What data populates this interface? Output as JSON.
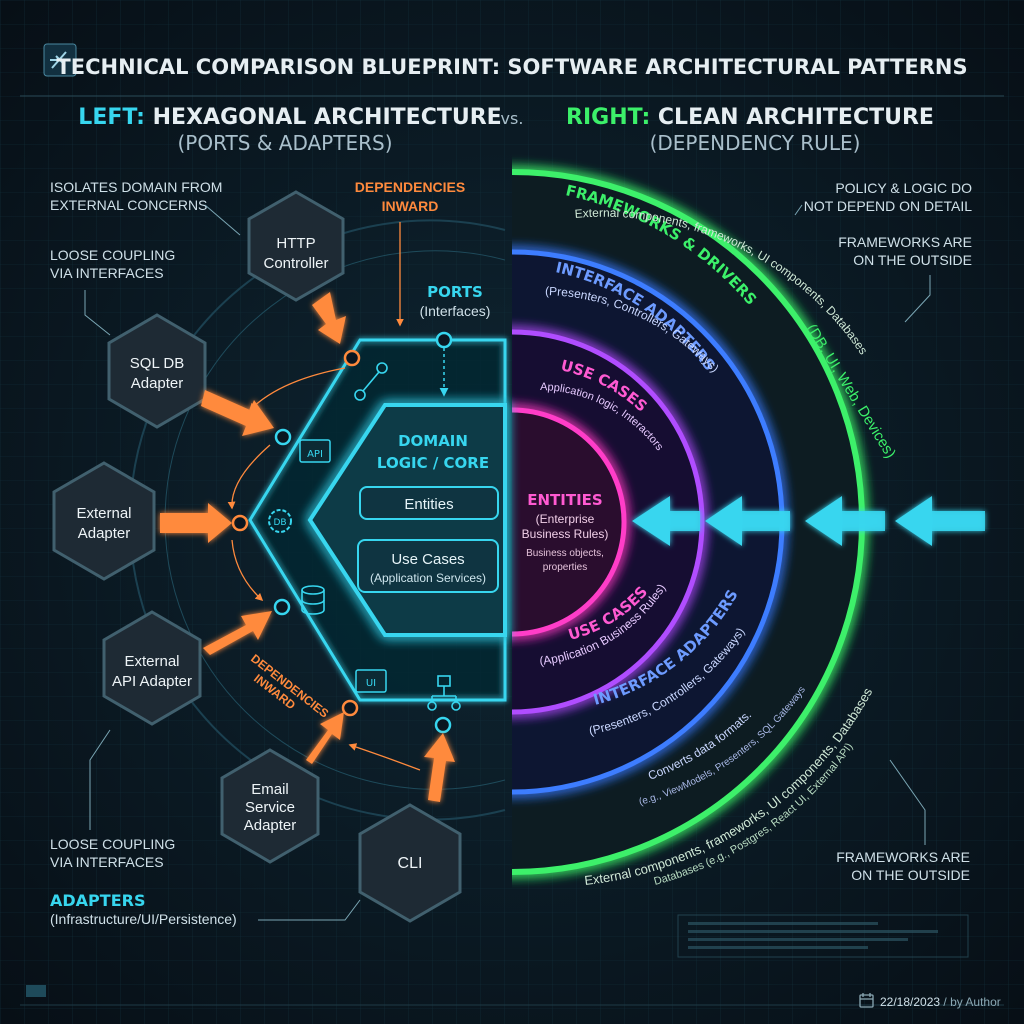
{
  "header": {
    "title": "TECHNICAL COMPARISON BLUEPRINT: SOFTWARE ARCHITECTURAL PATTERNS",
    "left_label": "LEFT:",
    "left_name": " HEXAGONAL ARCHITECTURE",
    "left_sub": "(PORTS & ADAPTERS)",
    "vs": "vs.",
    "right_label": "RIGHT:",
    "right_name": " CLEAN ARCHITECTURE",
    "right_sub": "(DEPENDENCY RULE)"
  },
  "left": {
    "note_isolates": [
      "ISOLATES DOMAIN FROM",
      "EXTERNAL CONCERNS"
    ],
    "note_loose_top": [
      "LOOSE COUPLING",
      "VIA INTERFACES"
    ],
    "note_loose_bottom": [
      "LOOSE COUPLING",
      "VIA INTERFACES"
    ],
    "dependencies_top": [
      "DEPENDENCIES",
      "INWARD"
    ],
    "dependencies_bottom": [
      "DEPENDENCIES",
      "INWARD"
    ],
    "ports_title": "PORTS",
    "ports_sub": "(Interfaces)",
    "adapters_title": "ADAPTERS",
    "adapters_sub": "(Infrastructure/UI/Persistence)",
    "adapters_list": [
      {
        "lines": [
          "HTTP",
          "Controller"
        ]
      },
      {
        "lines": [
          "SQL DB",
          "Adapter"
        ]
      },
      {
        "lines": [
          "External",
          "Adapter"
        ]
      },
      {
        "lines": [
          "External",
          "API Adapter"
        ]
      },
      {
        "lines": [
          "Email",
          "Service",
          "Adapter"
        ]
      },
      {
        "lines": [
          "CLI"
        ]
      }
    ],
    "port_icons": {
      "api": "API",
      "db": "DB",
      "ui": "UI"
    },
    "domain_title": [
      "DOMAIN",
      "LOGIC / CORE"
    ],
    "domain_entities": "Entities",
    "domain_usecases": "Use Cases",
    "domain_usecases_sub": "(Application Services)"
  },
  "right": {
    "note_policy": [
      "POLICY & LOGIC DO",
      "NOT DEPEND ON DETAIL"
    ],
    "note_frameworks_top": [
      "FRAMEWORKS ARE",
      "ON THE OUTSIDE"
    ],
    "note_frameworks_bottom": [
      "FRAMEWORKS ARE",
      "ON THE OUTSIDE"
    ],
    "ring_frameworks_title": "FRAMEWORKS & DRIVERS",
    "ring_frameworks_sub": "External components, frameworks, UI components, Databases",
    "ring_frameworks_paren": "(DB, UI, Web, Devices)",
    "ring_interface_title": "INTERFACE ADAPTERS",
    "ring_interface_sub": "(Presenters, Controllers, Gateways)",
    "ring_usecases_title": "USE CASES",
    "ring_usecases_sub": "Application logic, Interactors",
    "entities_title": "ENTITIES",
    "entities_sub": [
      "(Enterprise",
      "Business Rules)"
    ],
    "entities_desc": [
      "Business objects,",
      "properties"
    ],
    "lower_usecases_title": "USE CASES",
    "lower_usecases_sub": "(Application Business Rules)",
    "lower_interface_title": "INTERFACE ADAPTERS",
    "lower_interface_sub": "(Presenters, Controllers, Gateways)",
    "converts": "Converts data formats.",
    "converts_eg": "(e.g., ViewModels, Presenters, SQL Gateways)",
    "outer_desc": "External components, frameworks, UI components, Databases",
    "outer_eg": "Databases (e.g., Postgres, React UI, External API)"
  },
  "footer": {
    "date": "22/18/2023",
    "author": " / by Author"
  },
  "colors": {
    "background": "#0a1620",
    "cyan": "#37d6ef",
    "orange": "#ff8a3d",
    "green": "#3cf06a",
    "blue": "#3d7dff",
    "purple": "#b04dff",
    "magenta": "#ff3dc8",
    "text": "#d6e6ef"
  },
  "icons": [
    "blueprint-logo-icon",
    "api-window-icon",
    "db-gear-icon",
    "database-stack-icon",
    "ui-window-icon",
    "network-node-icon",
    "calendar-icon"
  ]
}
